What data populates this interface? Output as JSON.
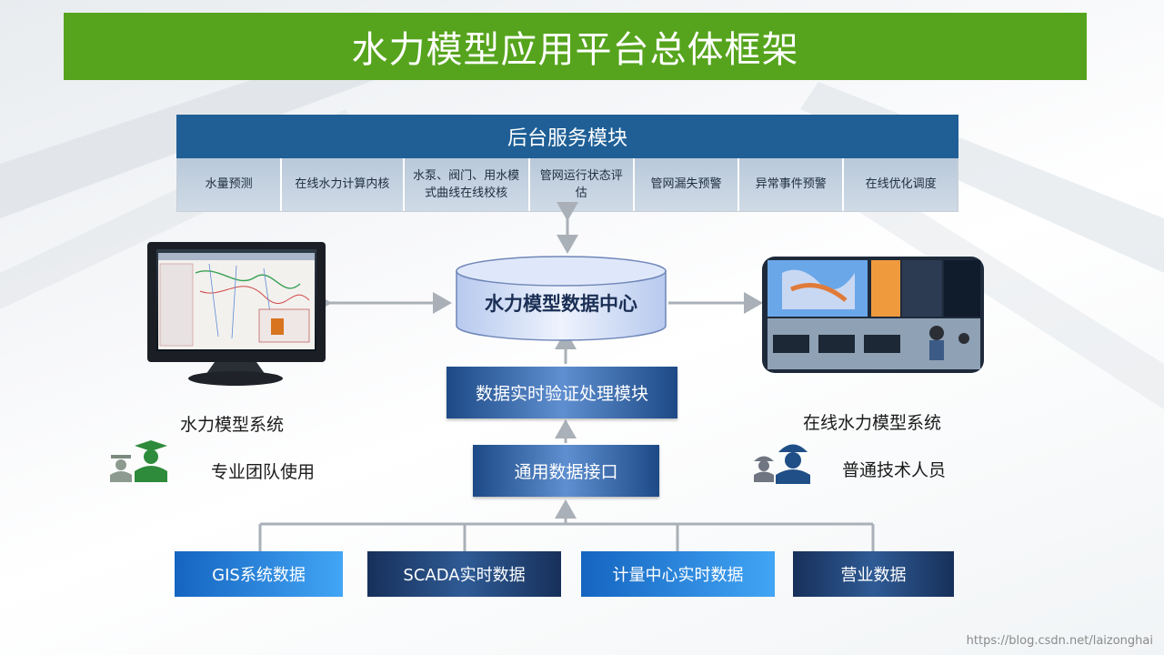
{
  "title": "水力模型应用平台总体框架",
  "service": {
    "header": "后台服务模块",
    "modules": [
      "水量预测",
      "在线水力计算内核",
      "水泵、阀门、用水模式曲线在线校核",
      "管网运行状态评估",
      "管网漏失预警",
      "异常事件预警",
      "在线优化调度"
    ]
  },
  "center": {
    "database_label": "水力模型数据中心",
    "verify_module": "数据实时验证处理模块",
    "interface": "通用数据接口"
  },
  "left": {
    "system_label": "水力模型系统",
    "user_label": "专业团队使用"
  },
  "right": {
    "system_label": "在线水力模型系统",
    "user_label": "普通技术人员"
  },
  "sources": [
    "GIS系统数据",
    "SCADA实时数据",
    "计量中心实时数据",
    "营业数据"
  ],
  "watermark": "https://blog.csdn.net/laizonghai",
  "colors": {
    "title_green": "#56a41d",
    "header_blue": "#1f5f96",
    "module_dark": "#1d4a86"
  }
}
